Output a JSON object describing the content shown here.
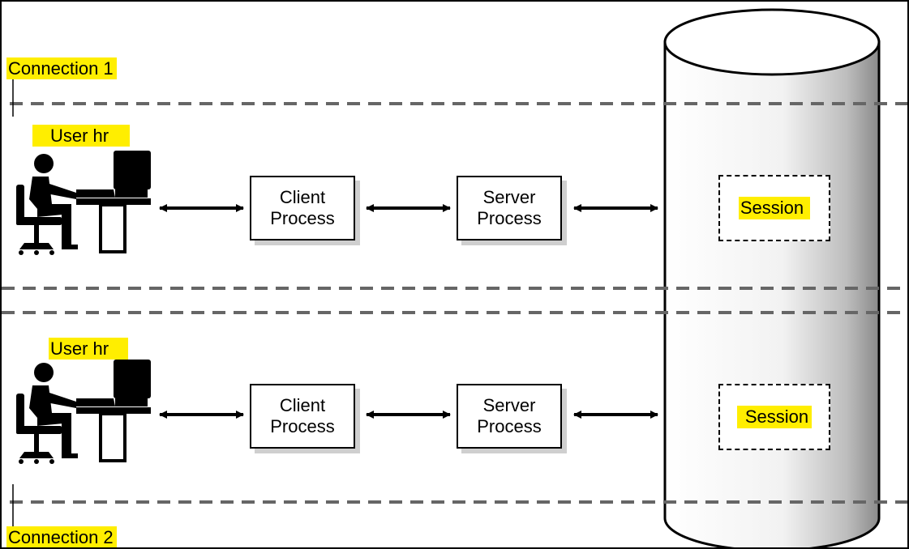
{
  "connections": [
    {
      "label": "Connection 1",
      "user": "User hr",
      "client": [
        "Client",
        "Process"
      ],
      "server": [
        "Server",
        "Process"
      ],
      "session": "Session"
    },
    {
      "label": "Connection 2",
      "user": "User hr",
      "client": [
        "Client",
        "Process"
      ],
      "server": [
        "Server",
        "Process"
      ],
      "session": "Session"
    }
  ],
  "colors": {
    "highlight": "#ffee00",
    "dash": "#666666",
    "shadow": "#cfcfcf"
  },
  "icons": [
    "user-at-computer-icon",
    "double-arrow-icon",
    "database-cylinder-icon"
  ]
}
